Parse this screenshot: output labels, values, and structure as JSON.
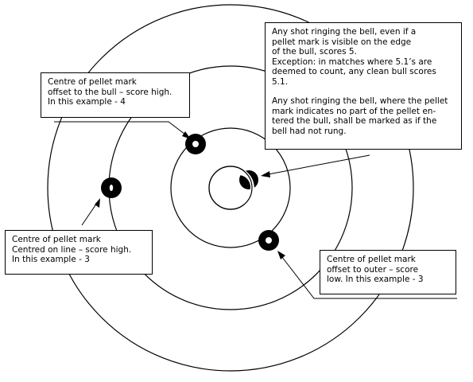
{
  "notes": {
    "bull_offset": {
      "lines": [
        "Centre of pellet mark",
        "offset to the bull – score high.",
        "In this example - 4"
      ]
    },
    "bell": {
      "para1": [
        "Any shot ringing the bell, even if a",
        "pellet mark is visible on the edge",
        "of the bull, scores 5.",
        "Exception: in matches where 5.1’s are",
        "deemed to count, any clean bull scores",
        "5.1."
      ],
      "para2": [
        "Any shot ringing the bell, where the pellet",
        "mark indicates no part of the pellet en-",
        "tered the bull, shall be marked as if the",
        "bell had not rung."
      ]
    },
    "on_line": {
      "lines": [
        "Centre of pellet mark",
        "Centred on line – score high.",
        "In this example - 3"
      ]
    },
    "outer_offset": {
      "lines": [
        "Centre of pellet mark",
        "offset to outer – score",
        "low.  In this example - 3"
      ]
    }
  },
  "colors": {
    "ink": "#000000",
    "paper": "#ffffff"
  }
}
